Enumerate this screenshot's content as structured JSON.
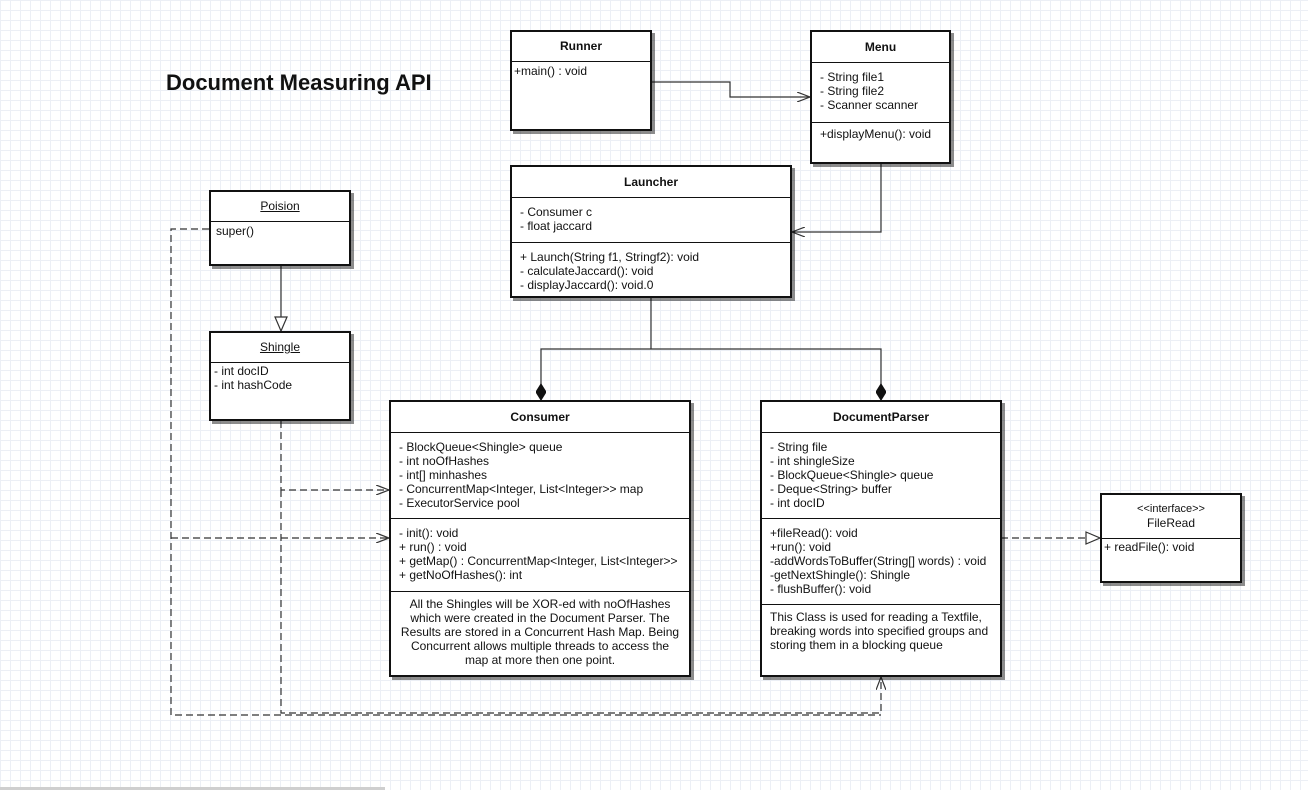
{
  "title": "Document Measuring API",
  "classes": {
    "runner": {
      "name": "Runner",
      "methods": [
        "+main() : void"
      ]
    },
    "menu": {
      "name": "Menu",
      "attributes": [
        "- String file1",
        "- String file2",
        "- Scanner scanner"
      ],
      "methods": [
        "+displayMenu(): void"
      ]
    },
    "launcher": {
      "name": "Launcher",
      "attributes": [
        "- Consumer c",
        "- float jaccard"
      ],
      "methods": [
        "+ Launch(String f1, Stringf2): void",
        "- calculateJaccard(): void",
        "- displayJaccard(): void.0"
      ]
    },
    "poision": {
      "name": "Poision",
      "methods": [
        "super()"
      ]
    },
    "shingle": {
      "name": "Shingle",
      "attributes": [
        "- int docID",
        "- int hashCode"
      ]
    },
    "consumer": {
      "name": "Consumer",
      "attributes": [
        "- BlockQueue<Shingle> queue",
        "- int noOfHashes",
        "- int[] minhashes",
        "- ConcurrentMap<Integer, List<Integer>> map",
        "- ExecutorService pool"
      ],
      "methods": [
        "- init(): void",
        "+ run() : void",
        "+ getMap() : ConcurrentMap<Integer, List<Integer>>",
        "+ getNoOfHashes(): int"
      ],
      "note": "All the Shingles will be XOR-ed with noOfHashes which were created in the Document Parser. The Results are stored in a Concurrent Hash Map. Being Concurrent allows multiple threads to access the map at more then one point."
    },
    "document_parser": {
      "name": "DocumentParser",
      "attributes": [
        "- String file",
        "- int shingleSize",
        "- BlockQueue<Shingle> queue",
        "- Deque<String> buffer",
        "- int docID"
      ],
      "methods": [
        "+fileRead(): void",
        "+run(): void",
        "-addWordsToBuffer(String[] words) : void",
        "-getNextShingle(): Shingle",
        "- flushBuffer(): void"
      ],
      "note": "This Class is used for reading a Textfile, breaking words into specified groups and storing them in a blocking queue"
    },
    "file_read": {
      "stereotype": "<<interface>>",
      "name": "FileRead",
      "methods": [
        "+ readFile(): void"
      ]
    }
  },
  "colors": {
    "line": "#333333",
    "border": "#111111",
    "grid": "#eceff5"
  }
}
